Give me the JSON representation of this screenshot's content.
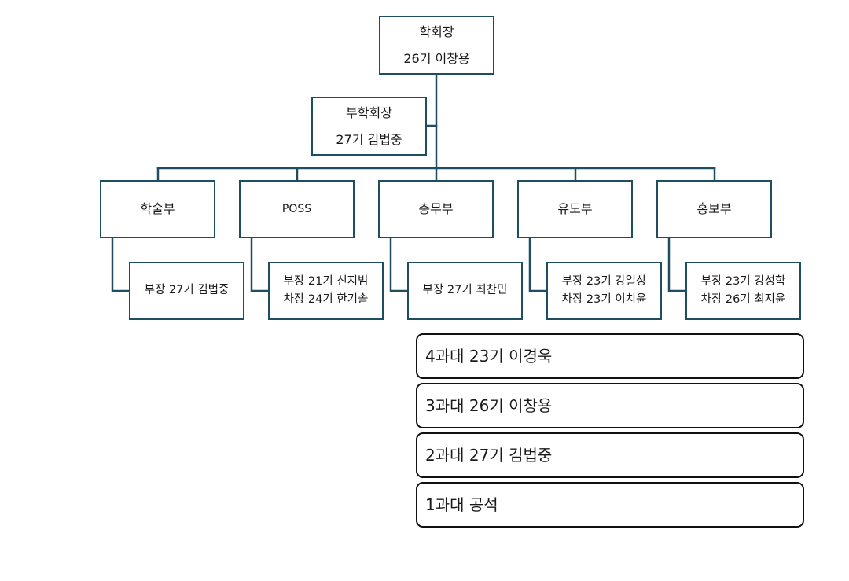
{
  "president": {
    "title": "학회장",
    "member": "26기 이창용"
  },
  "vice_president": {
    "title": "부학회장",
    "member": "27기 김법중"
  },
  "departments": [
    {
      "name": "학술부",
      "members": [
        "부장 27기 김법중"
      ]
    },
    {
      "name": "POSS",
      "members": [
        "부장 21기 신지범",
        "차장 24기 한기솔"
      ]
    },
    {
      "name": "총무부",
      "members": [
        "부장 27기 최찬민"
      ]
    },
    {
      "name": "유도부",
      "members": [
        "부장 23기 강일상",
        "차장 23기 이치윤"
      ]
    },
    {
      "name": "홍보부",
      "members": [
        "부장 23기 강성학",
        "차장 26기 최지윤"
      ]
    }
  ],
  "history": [
    "4과대 23기 이경욱",
    "3과대 26기 이창용",
    "2과대 27기 김법중",
    "1과대 공석"
  ],
  "colors": {
    "box_border": "#1f4e63",
    "connector": "#1f4e63",
    "history_border": "#111111"
  }
}
